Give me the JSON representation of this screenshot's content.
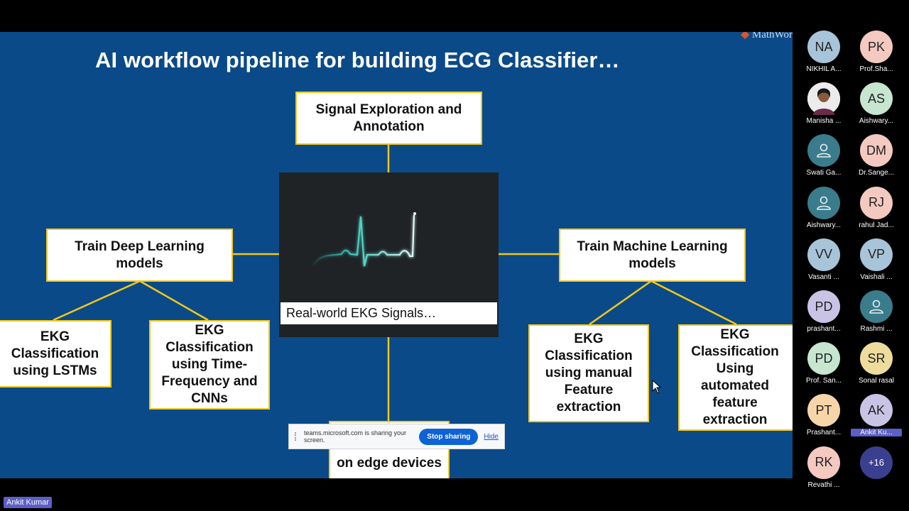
{
  "slide": {
    "logo": "MathWor",
    "title": "AI workflow pipeline for building ECG Classifier…",
    "boxes": {
      "signal_exploration": "Signal Exploration and Annotation",
      "train_deep": "Train Deep Learning models",
      "train_ml": "Train Machine Learning models",
      "ekg_lstm": "EKG Classification using LSTMs",
      "ekg_cnn": "EKG Classification using Time-Frequency and CNNs",
      "ekg_manual": "EKG Classification using manual Feature extraction",
      "ekg_auto": "EKG Classification Using automated feature extraction",
      "edge": "on edge devices"
    },
    "ekg_caption": "Real-world EKG Signals…"
  },
  "share_bar": {
    "message": "teams.microsoft.com is sharing your screen.",
    "stop_label": "Stop sharing",
    "hide_label": "Hide"
  },
  "participants": [
    {
      "initials": "NA",
      "name": "NIKHIL A...",
      "bg": "#a8c4d8"
    },
    {
      "initials": "PK",
      "name": "Prof.Sha...",
      "bg": "#f3c9c0"
    },
    {
      "initials": "",
      "name": "Manisha ...",
      "bg": "#f0f0f0",
      "type": "photo"
    },
    {
      "initials": "AS",
      "name": "Aishwary...",
      "bg": "#c6e6cf"
    },
    {
      "initials": "",
      "name": "Swati Ga...",
      "bg": "#3a7c8c",
      "type": "person"
    },
    {
      "initials": "DM",
      "name": "Dr.Sange...",
      "bg": "#f3c9c0"
    },
    {
      "initials": "",
      "name": "Aishwary...",
      "bg": "#3a7c8c",
      "type": "person"
    },
    {
      "initials": "RJ",
      "name": "rahul Jad...",
      "bg": "#f3c9c0"
    },
    {
      "initials": "VV",
      "name": "Vasanti ...",
      "bg": "#a8c4d8"
    },
    {
      "initials": "VP",
      "name": "Vaishali ...",
      "bg": "#a8c4d8"
    },
    {
      "initials": "PD",
      "name": "prashant...",
      "bg": "#c9c4e6"
    },
    {
      "initials": "",
      "name": "Rashmi ...",
      "bg": "#3a7c8c",
      "type": "person"
    },
    {
      "initials": "PD",
      "name": "Prof. San...",
      "bg": "#c6e6cf"
    },
    {
      "initials": "SR",
      "name": "Sonal rasal",
      "bg": "#eedc9c"
    },
    {
      "initials": "PT",
      "name": "Prashant...",
      "bg": "#f6d6a8"
    },
    {
      "initials": "AK",
      "name": "Ankit Ku...",
      "bg": "#c9c4e6",
      "highlight": true
    },
    {
      "initials": "RK",
      "name": "Revathi ...",
      "bg": "#f3c9c0"
    },
    {
      "initials": "+16",
      "name": "",
      "bg": "#3b3f8f",
      "type": "more"
    }
  ],
  "presenter_label": "Ankit Kumar"
}
